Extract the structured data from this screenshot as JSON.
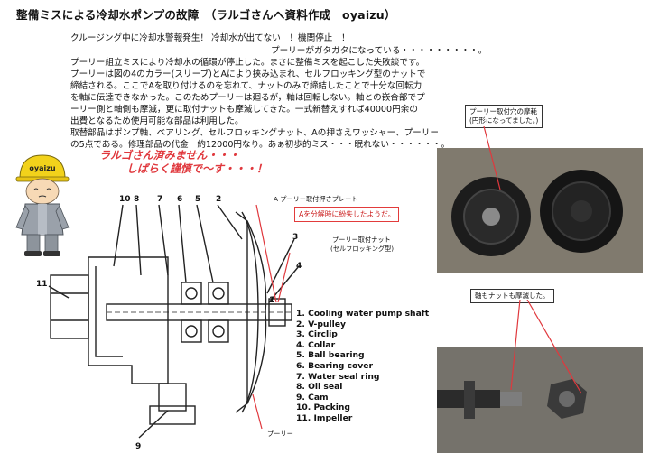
{
  "title": "整備ミスによる冷却水ポンプの故障　（ラルゴさんへ資料作成　oyaizu）",
  "paragraphs": [
    "クルージング中に冷却水警報発生！ 冷却水が出てない　！機関停止　！",
    "プーリーがガタガタになっている・・・・・・・・・。",
    "プーリー組立ミスにより冷却水の循環が停止した。まさに整備ミスを起こした失敗談です。",
    "プーリーは図の4のカラー(スリーブ)とAにより挟み込まれ、セルフロッキング型のナットで",
    "締結される。ここでAを取り付けるのを忘れて、ナットのみで締結したことで十分な回転力",
    "を軸に伝達できなかった。このためプーリーは廻るが，軸は回転しない。軸との嵌合部でプ",
    "ーリー側と軸側も摩滅，更に取付ナットも摩滅してきた。一式新替えすれば40000円余の",
    "出費となるため使用可能な部品は利用した。",
    "取替部品はポンプ軸、ベアリング、セルフロッキングナット、Aの押さえワッシャー、プーリー",
    "の5点である。修理部品の代金　約12000円なり。あぁ初歩的ミス・・・眠れない・・・・・・。"
  ],
  "apology": {
    "line1": "ラルゴさん済みません・・・",
    "line2": "しばらく謹慎で～す・・・！"
  },
  "character": {
    "helmet_label": "oyaizu"
  },
  "diagram": {
    "label_a": "A  プーリー取付押さプレート",
    "label_a_note": "Aを分解時に紛失したようだ。",
    "label_nut_1": "プーリー取付ナット",
    "label_nut_2": "(セルフロッキング型)",
    "label_pulley": "プーリー",
    "numbers": [
      "10",
      "8",
      "7",
      "6",
      "5",
      "2",
      "3",
      "4",
      "1",
      "11",
      "9"
    ],
    "legend": [
      "1. Cooling water pump shaft",
      "2. V-pulley",
      "3. Circlip",
      "4. Collar",
      "5. Ball bearing",
      "6. Bearing cover",
      "7. Water seal ring",
      "8. Oil seal",
      "9. Cam",
      "10. Packing",
      "11. Impeller"
    ]
  },
  "photos": {
    "top_caption_1": "プーリー取付穴の摩耗",
    "top_caption_2": "(円形になってました。)",
    "bottom_caption": "軸もナットも摩滅した。"
  },
  "colors": {
    "accent_red": "#e0383d",
    "photo_bg": "#6b6a67"
  }
}
